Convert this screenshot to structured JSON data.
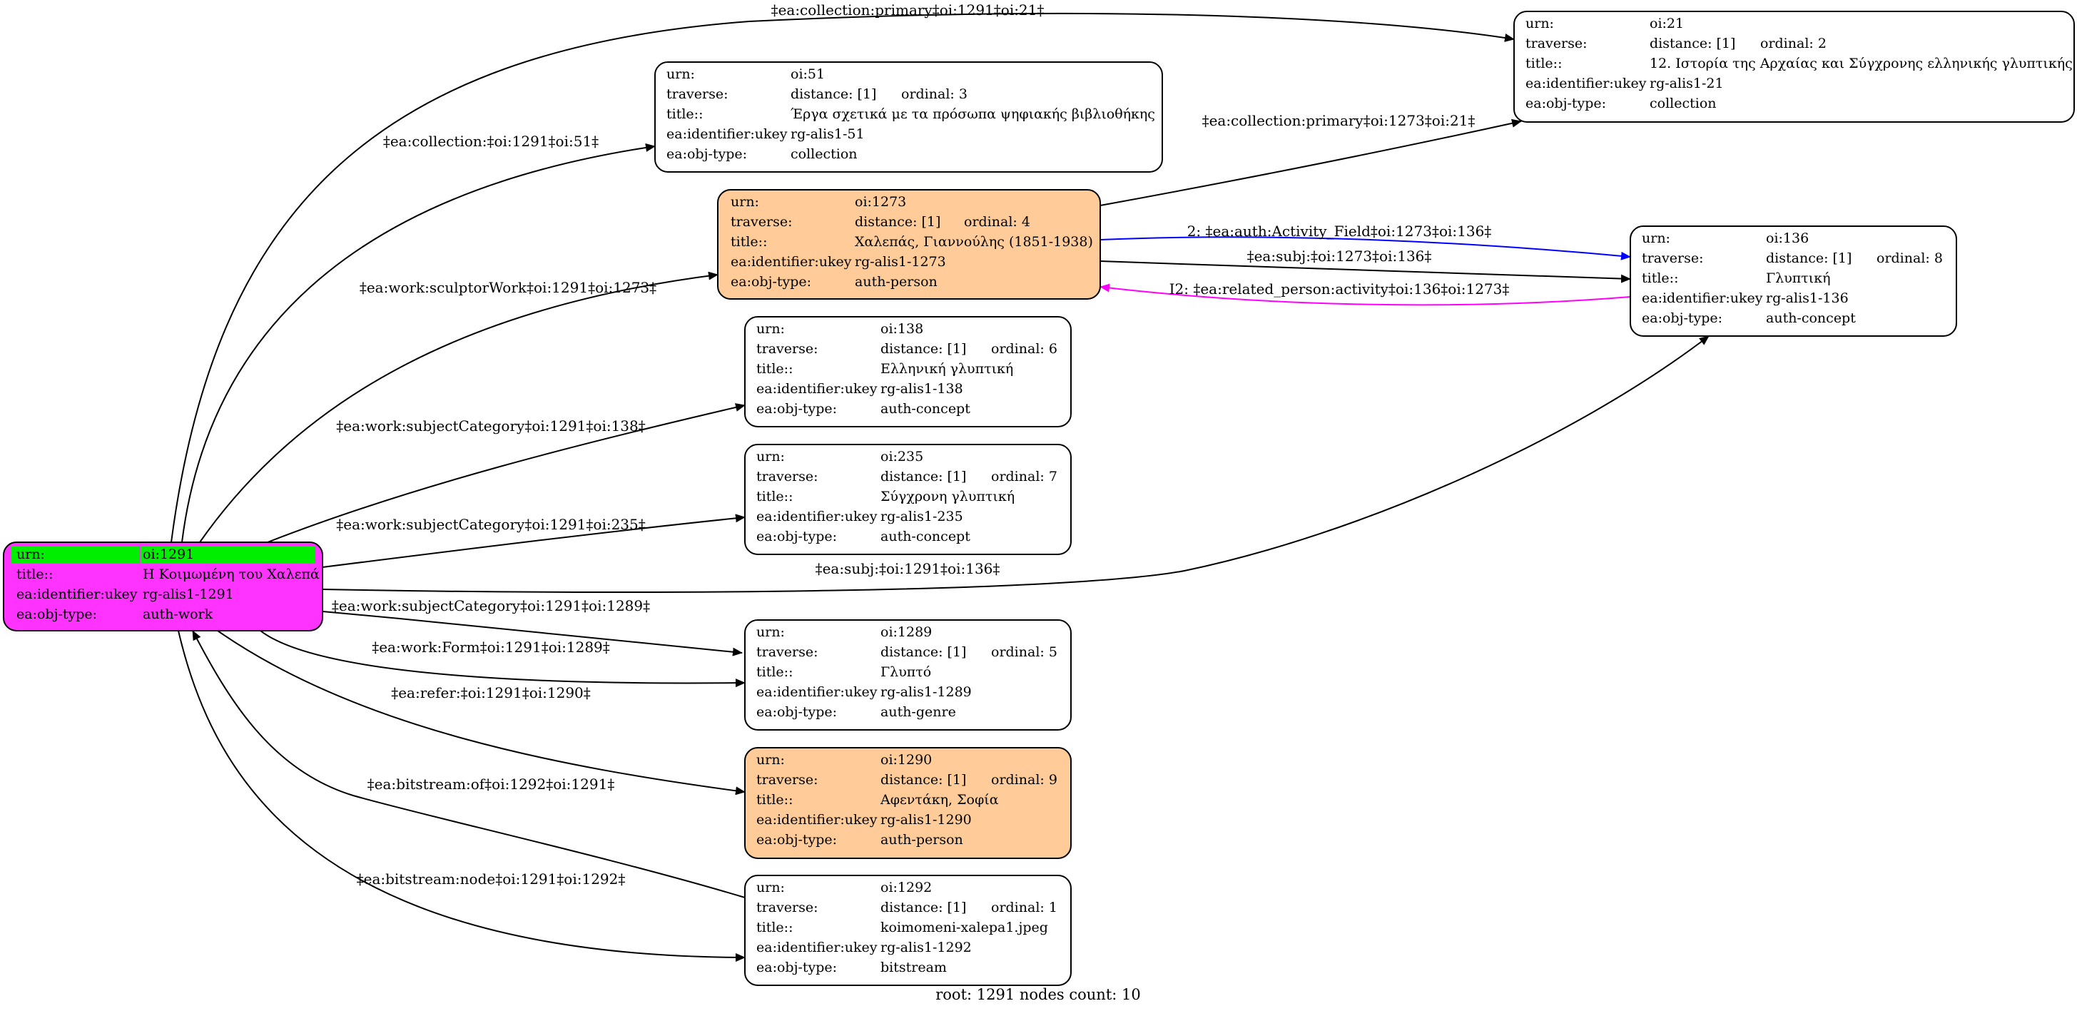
{
  "colors": {
    "root_fill": "#ff33ff",
    "root_highlight": "#00ee00",
    "person_fill": "#ffcc99",
    "default_fill": "#ffffff",
    "stroke": "#000000",
    "edge_default": "#000000",
    "edge_blue": "#0000ff",
    "edge_magenta": "#ff00ff"
  },
  "nodes": [
    {
      "id": "n1291",
      "kind": "root",
      "fields": [
        {
          "label": "urn:",
          "value": "oi:1291"
        },
        {
          "label": "title::",
          "value": "Η Κοιμωμένη του Χαλεπά"
        },
        {
          "label": "ea:identifier:ukey",
          "value": "rg-alis1-1291"
        },
        {
          "label": "ea:obj-type:",
          "value": "auth-work"
        }
      ]
    },
    {
      "id": "n21",
      "kind": "default",
      "fields": [
        {
          "label": "urn:",
          "value": "oi:21"
        },
        {
          "label": "traverse:",
          "value": "distance: [1]",
          "extra": "ordinal: 2"
        },
        {
          "label": "title::",
          "value": "12. Ιστορία της Αρχαίας και Σύγχρονης ελληνικής γλυπτικής"
        },
        {
          "label": "ea:identifier:ukey",
          "value": "rg-alis1-21"
        },
        {
          "label": "ea:obj-type:",
          "value": "collection"
        }
      ]
    },
    {
      "id": "n51",
      "kind": "default",
      "fields": [
        {
          "label": "urn:",
          "value": "oi:51"
        },
        {
          "label": "traverse:",
          "value": "distance: [1]",
          "extra": "ordinal: 3"
        },
        {
          "label": "title::",
          "value": "Έργα σχετικά με τα πρόσωπα ψηφιακής βιβλιοθήκης"
        },
        {
          "label": "ea:identifier:ukey",
          "value": "rg-alis1-51"
        },
        {
          "label": "ea:obj-type:",
          "value": "collection"
        }
      ]
    },
    {
      "id": "n1273",
      "kind": "person",
      "fields": [
        {
          "label": "urn:",
          "value": "oi:1273"
        },
        {
          "label": "traverse:",
          "value": "distance: [1]",
          "extra": "ordinal: 4"
        },
        {
          "label": "title::",
          "value": "Χαλεπάς, Γιαννούλης (1851-1938)"
        },
        {
          "label": "ea:identifier:ukey",
          "value": "rg-alis1-1273"
        },
        {
          "label": "ea:obj-type:",
          "value": "auth-person"
        }
      ]
    },
    {
      "id": "n136",
      "kind": "default",
      "fields": [
        {
          "label": "urn:",
          "value": "oi:136"
        },
        {
          "label": "traverse:",
          "value": "distance: [1]",
          "extra": "ordinal: 8"
        },
        {
          "label": "title::",
          "value": "Γλυπτική"
        },
        {
          "label": "ea:identifier:ukey",
          "value": "rg-alis1-136"
        },
        {
          "label": "ea:obj-type:",
          "value": "auth-concept"
        }
      ]
    },
    {
      "id": "n138",
      "kind": "default",
      "fields": [
        {
          "label": "urn:",
          "value": "oi:138"
        },
        {
          "label": "traverse:",
          "value": "distance: [1]",
          "extra": "ordinal: 6"
        },
        {
          "label": "title::",
          "value": "Ελληνική γλυπτική"
        },
        {
          "label": "ea:identifier:ukey",
          "value": "rg-alis1-138"
        },
        {
          "label": "ea:obj-type:",
          "value": "auth-concept"
        }
      ]
    },
    {
      "id": "n235",
      "kind": "default",
      "fields": [
        {
          "label": "urn:",
          "value": "oi:235"
        },
        {
          "label": "traverse:",
          "value": "distance: [1]",
          "extra": "ordinal: 7"
        },
        {
          "label": "title::",
          "value": "Σύγχρονη γλυπτική"
        },
        {
          "label": "ea:identifier:ukey",
          "value": "rg-alis1-235"
        },
        {
          "label": "ea:obj-type:",
          "value": "auth-concept"
        }
      ]
    },
    {
      "id": "n1289",
      "kind": "default",
      "fields": [
        {
          "label": "urn:",
          "value": "oi:1289"
        },
        {
          "label": "traverse:",
          "value": "distance: [1]",
          "extra": "ordinal: 5"
        },
        {
          "label": "title::",
          "value": "Γλυπτό"
        },
        {
          "label": "ea:identifier:ukey",
          "value": "rg-alis1-1289"
        },
        {
          "label": "ea:obj-type:",
          "value": "auth-genre"
        }
      ]
    },
    {
      "id": "n1290",
      "kind": "person",
      "fields": [
        {
          "label": "urn:",
          "value": "oi:1290"
        },
        {
          "label": "traverse:",
          "value": "distance: [1]",
          "extra": "ordinal: 9"
        },
        {
          "label": "title::",
          "value": "Αφεντάκη, Σοφία"
        },
        {
          "label": "ea:identifier:ukey",
          "value": "rg-alis1-1290"
        },
        {
          "label": "ea:obj-type:",
          "value": "auth-person"
        }
      ]
    },
    {
      "id": "n1292",
      "kind": "default",
      "fields": [
        {
          "label": "urn:",
          "value": "oi:1292"
        },
        {
          "label": "traverse:",
          "value": "distance: [1]",
          "extra": "ordinal: 1"
        },
        {
          "label": "title::",
          "value": "koimomeni-xalepa1.jpeg"
        },
        {
          "label": "ea:identifier:ukey",
          "value": "rg-alis1-1292"
        },
        {
          "label": "ea:obj-type:",
          "value": "bitstream"
        }
      ]
    }
  ],
  "edges": [
    {
      "id": "e_collection_primary_1291_21",
      "from": "n1291",
      "to": "n21",
      "label": "‡ea:collection:primary‡oi:1291‡oi:21‡",
      "color": "edge_default"
    },
    {
      "id": "e_collection_1291_51",
      "from": "n1291",
      "to": "n51",
      "label": "‡ea:collection:‡oi:1291‡oi:51‡",
      "color": "edge_default"
    },
    {
      "id": "e_sculptorwork_1291_1273",
      "from": "n1291",
      "to": "n1273",
      "label": "‡ea:work:sculptorWork‡oi:1291‡oi:1273‡",
      "color": "edge_default"
    },
    {
      "id": "e_collection_primary_1273_21",
      "from": "n1273",
      "to": "n21",
      "label": "‡ea:collection:primary‡oi:1273‡oi:21‡",
      "color": "edge_default"
    },
    {
      "id": "e_auth_activity_1273_136",
      "from": "n1273",
      "to": "n136",
      "label": "2: ‡ea:auth:Activity_Field‡oi:1273‡oi:136‡",
      "color": "edge_blue"
    },
    {
      "id": "e_subj_1273_136",
      "from": "n1273",
      "to": "n136",
      "label": "‡ea:subj:‡oi:1273‡oi:136‡",
      "color": "edge_default"
    },
    {
      "id": "e_related_person_136_1273",
      "from": "n136",
      "to": "n1273",
      "label": "I2: ‡ea:related_person:activity‡oi:136‡oi:1273‡",
      "color": "edge_magenta"
    },
    {
      "id": "e_subjectcategory_1291_138",
      "from": "n1291",
      "to": "n138",
      "label": "‡ea:work:subjectCategory‡oi:1291‡oi:138‡",
      "color": "edge_default"
    },
    {
      "id": "e_subjectcategory_1291_235",
      "from": "n1291",
      "to": "n235",
      "label": "‡ea:work:subjectCategory‡oi:1291‡oi:235‡",
      "color": "edge_default"
    },
    {
      "id": "e_subj_1291_136",
      "from": "n1291",
      "to": "n136",
      "label": "‡ea:subj:‡oi:1291‡oi:136‡",
      "color": "edge_default"
    },
    {
      "id": "e_subjectcategory_1291_1289",
      "from": "n1291",
      "to": "n1289",
      "label": "‡ea:work:subjectCategory‡oi:1291‡oi:1289‡",
      "color": "edge_default"
    },
    {
      "id": "e_form_1291_1289",
      "from": "n1291",
      "to": "n1289",
      "label": "‡ea:work:Form‡oi:1291‡oi:1289‡",
      "color": "edge_default"
    },
    {
      "id": "e_refer_1291_1290",
      "from": "n1291",
      "to": "n1290",
      "label": "‡ea:refer:‡oi:1291‡oi:1290‡",
      "color": "edge_default"
    },
    {
      "id": "e_bitstream_of_1292_1291",
      "from": "n1292",
      "to": "n1291",
      "label": "‡ea:bitstream:of‡oi:1292‡oi:1291‡",
      "color": "edge_default"
    },
    {
      "id": "e_bitstream_node_1291_1292",
      "from": "n1291",
      "to": "n1292",
      "label": "‡ea:bitstream:node‡oi:1291‡oi:1292‡",
      "color": "edge_default"
    }
  ],
  "footer": {
    "text": "root: 1291 nodes count: 10"
  }
}
